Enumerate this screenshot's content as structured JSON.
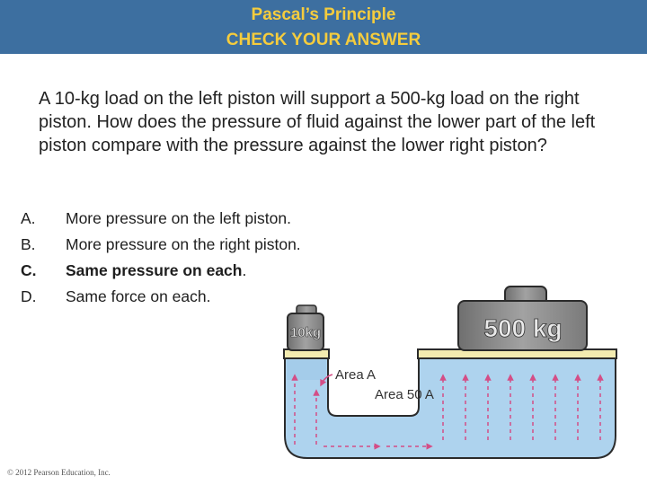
{
  "header": {
    "title": "Pascal’s Principle",
    "subtitle": "CHECK YOUR ANSWER"
  },
  "question": "A 10-kg load on the left piston will support a 500-kg load on the right piston. How does the pressure of fluid against the lower part of the left piston compare with the pressure against the lower right piston?",
  "options": [
    {
      "letter": "A.",
      "text": "More pressure on the left piston."
    },
    {
      "letter": "B.",
      "text": "More pressure on the right piston."
    },
    {
      "letter": "C.",
      "text": "Same pressure on each",
      "suffix": "."
    },
    {
      "letter": "D.",
      "text": "Same force on each."
    }
  ],
  "figure": {
    "small_weight_label": "10kg",
    "large_weight_label": "500 kg",
    "area_small": "Area A",
    "area_large": "Area 50 A",
    "fluid_color": "#aed3ee",
    "piston_color": "#f3ebb0",
    "weight_color": "#8f8f8f"
  },
  "copyright": "© 2012 Pearson Education, Inc."
}
